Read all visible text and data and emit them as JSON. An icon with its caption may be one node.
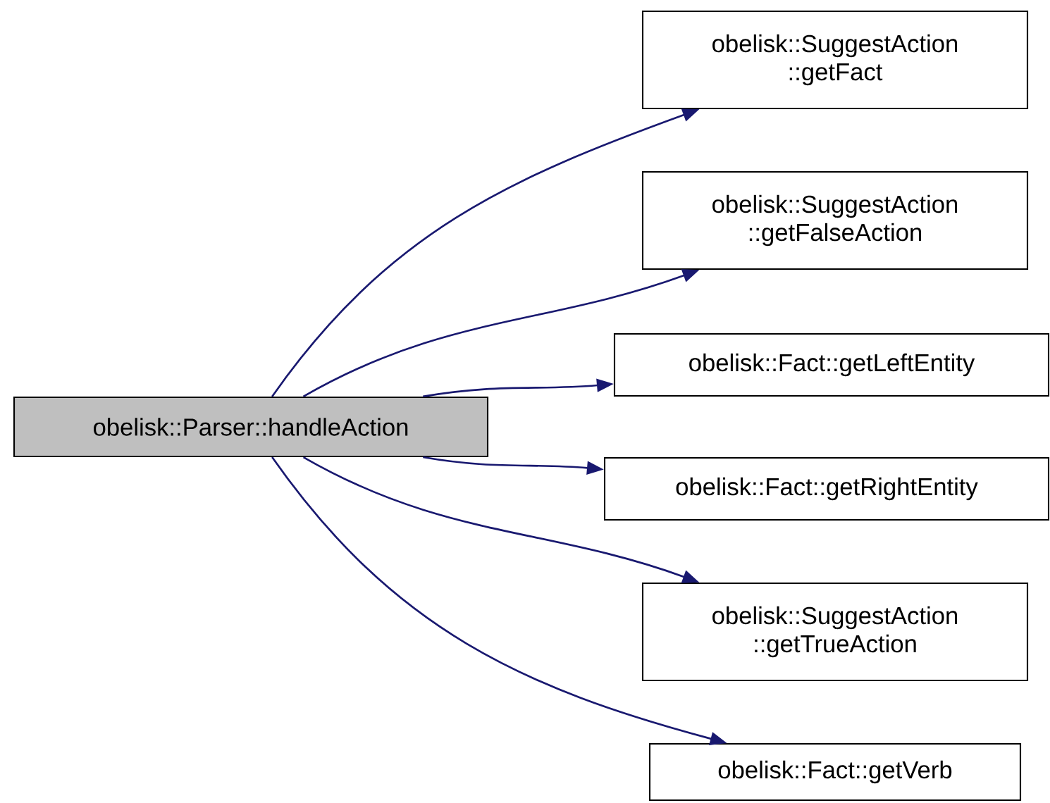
{
  "diagram": {
    "nodes": [
      {
        "text": [
          "obelisk::Parser::handleAction"
        ]
      },
      {
        "text": [
          "obelisk::SuggestAction ::getFact"
        ]
      },
      {
        "text": [
          "obelisk::SuggestAction ::getFalseAction"
        ]
      },
      {
        "text": [
          "obelisk::Fact::getLeftEntity"
        ]
      },
      {
        "text": [
          "obelisk::Fact::getRightEntity"
        ]
      },
      {
        "text": [
          "obelisk::SuggestAction ::getTrueAction"
        ]
      },
      {
        "text": [
          "obelisk::Fact::getVerb"
        ]
      }
    ],
    "edges": [
      {
        "from": 0,
        "to": 1,
        "arrow": "to"
      },
      {
        "from": 0,
        "to": 2,
        "arrow": "to"
      },
      {
        "from": 0,
        "to": 3,
        "arrow": "to"
      },
      {
        "from": 0,
        "to": 4,
        "arrow": "to"
      },
      {
        "from": 0,
        "to": 5,
        "arrow": "to"
      },
      {
        "from": 0,
        "to": 6,
        "arrow": "to"
      }
    ]
  }
}
